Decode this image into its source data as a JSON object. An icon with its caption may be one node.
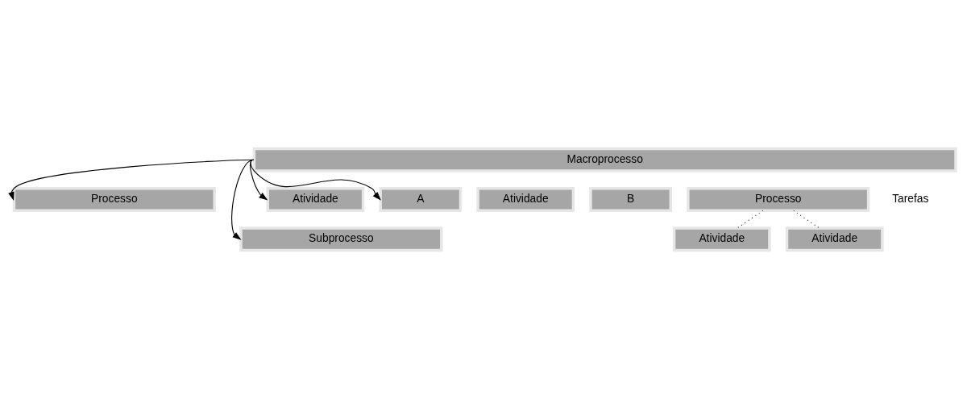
{
  "diagram": {
    "nodes": [
      {
        "text": [
          "Macroprocesso"
        ]
      },
      {
        "text": [
          "Processo"
        ]
      },
      {
        "text": [
          "Subprocesso"
        ]
      },
      {
        "text": [
          "Atividade"
        ]
      },
      {
        "text": [
          "Atividade"
        ]
      },
      {
        "text": [
          "A"
        ]
      },
      {
        "text": [
          "B"
        ]
      },
      {
        "text": [
          "Processo"
        ]
      },
      {
        "text": [
          "Atividade"
        ]
      },
      {
        "text": [
          "Atividade"
        ]
      }
    ],
    "edges": [
      {
        "from": 0,
        "to": 1,
        "arrow": "to"
      },
      {
        "from": 0,
        "to": 2,
        "arrow": "to"
      },
      {
        "from": 0,
        "to": 3,
        "arrow": "to"
      },
      {
        "from": 0,
        "to": 5,
        "arrow": "to"
      },
      {
        "from": 7,
        "to": 8,
        "arrow": "none",
        "style": "dashed"
      },
      {
        "from": 7,
        "to": 9,
        "arrow": "none",
        "style": "dashed"
      }
    ],
    "labels": [
      "Tarefas"
    ]
  }
}
